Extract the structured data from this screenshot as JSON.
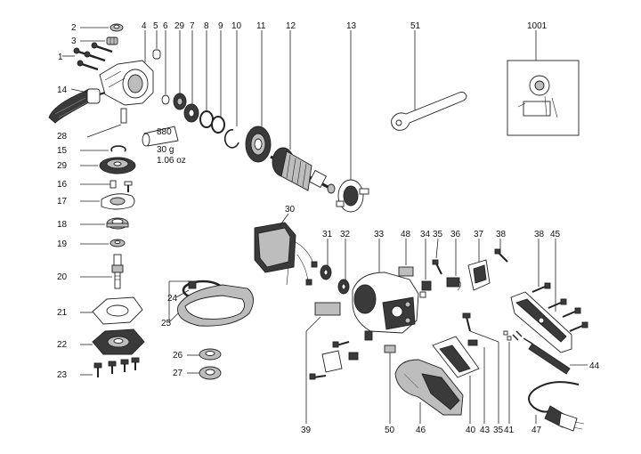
{
  "labels": {
    "p2": "2",
    "p3": "3",
    "p1": "1",
    "p14": "14",
    "p28": "28",
    "p15": "15",
    "p29a": "29",
    "p16": "16",
    "p17": "17",
    "p18": "18",
    "p19": "19",
    "p20": "20",
    "p21": "21",
    "p22": "22",
    "p23": "23",
    "p4": "4",
    "p5": "5",
    "p6": "6",
    "p29b": "29",
    "p7": "7",
    "p8": "8",
    "p9": "9",
    "p10": "10",
    "p11": "11",
    "p12": "12",
    "p13": "13",
    "p51": "51",
    "p1001": "1001",
    "p30": "30",
    "p31": "31",
    "p32": "32",
    "p33": "33",
    "p48": "48",
    "p34": "34",
    "p35a": "35",
    "p36": "36",
    "p37": "37",
    "p38a": "38",
    "p38b": "38",
    "p45": "45",
    "p24": "24",
    "p25": "25",
    "p26": "26",
    "p27": "27",
    "p39": "39",
    "p50": "50",
    "p46": "46",
    "p40": "40",
    "p43": "43",
    "p35b": "35",
    "p41": "41",
    "p47": "47",
    "p44": "44"
  },
  "grease_note": {
    "code": "880",
    "weight_g": "30 g",
    "weight_oz": "1.06 oz"
  }
}
